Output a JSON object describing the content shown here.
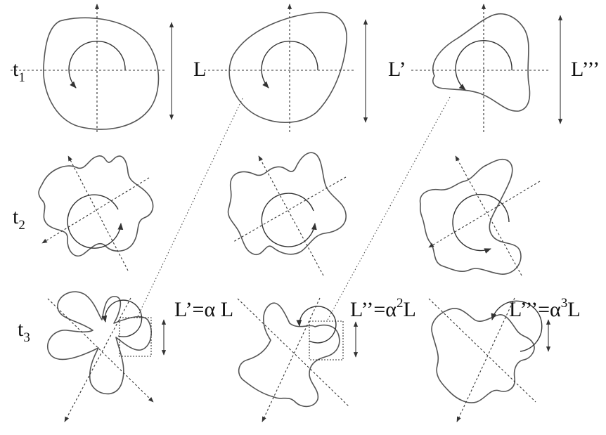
{
  "rows": {
    "t1": {
      "main": "t",
      "sub": "1"
    },
    "t2": {
      "main": "t",
      "sub": "2"
    },
    "t3": {
      "main": "t",
      "sub": "3"
    }
  },
  "lengths": {
    "l1": "L",
    "l2": "L’",
    "l3": "L’’’"
  },
  "formulas": {
    "f1": {
      "lhs": "L’=",
      "alpha": "α",
      "rest": " L",
      "exp": ""
    },
    "f2": {
      "lhs": "L’’=",
      "alpha": "α",
      "rest": "L",
      "exp": "2"
    },
    "f3": {
      "lhs": "L’’’=",
      "alpha": "α",
      "rest": "L",
      "exp": "3"
    }
  }
}
